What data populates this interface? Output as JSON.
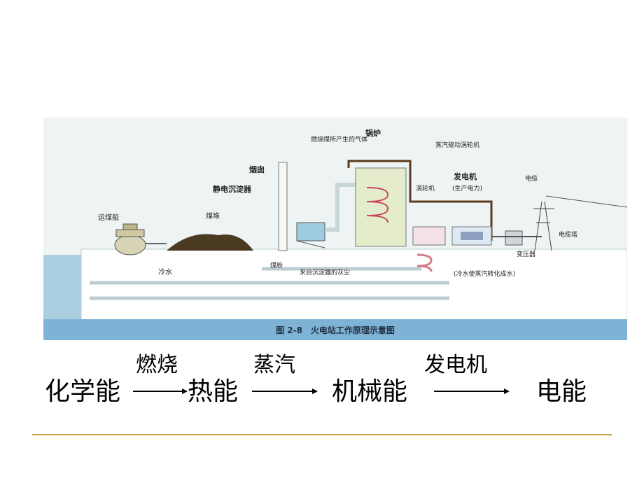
{
  "figure": {
    "caption_number": "图 2-8",
    "caption_text": "火电站工作原理示意图",
    "labels": {
      "ship": "运煤船",
      "coal_pile": "煤堆",
      "chimney": "烟囱",
      "precipitator": "静电沉淀器",
      "gas": "燃烧煤所产生的气体",
      "boiler": "锅炉",
      "steam_turbine": "蒸汽驱动涡轮机",
      "turbine": "涡轮机",
      "generator": "发电机",
      "generator_note": "(生产电力)",
      "cable": "电缆",
      "tower": "电缆塔",
      "transformer": "变压器",
      "cold_water": "冷水",
      "coal_powder": "煤粉",
      "ash": "来自沉淀器的灰尘",
      "condense_note": "(冷水使蒸汽转化成水)"
    }
  },
  "chain": {
    "step1": "化学能",
    "arrow1": "燃烧",
    "step2": "热能",
    "arrow2": "蒸汽",
    "step3": "机械能",
    "arrow3": "发电机",
    "step4": "电能"
  },
  "colors": {
    "rule": "#c8a94a",
    "caption_bg": "#7fb3d5"
  }
}
